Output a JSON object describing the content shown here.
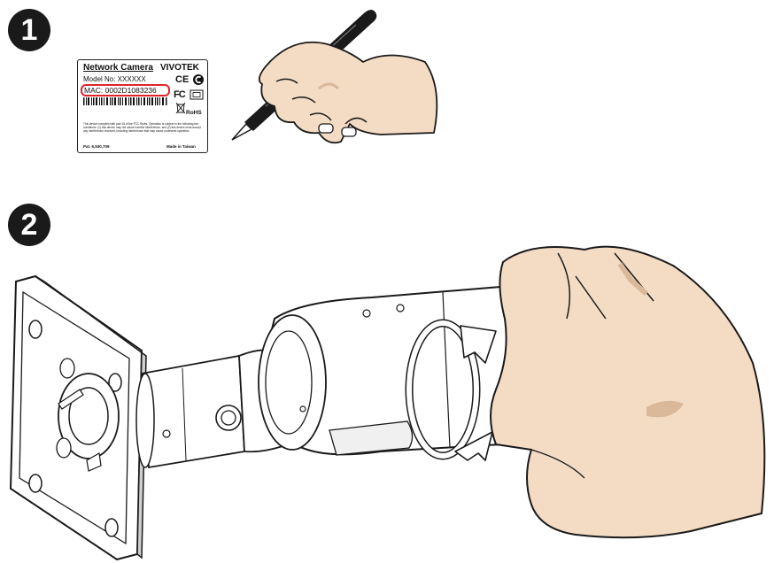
{
  "steps": [
    {
      "number": "1"
    },
    {
      "number": "2"
    }
  ],
  "label": {
    "title": "Network Camera",
    "brand": "VIVOTEK",
    "model": "Model No: XXXXXX",
    "mac": "MAC: 0002D1083236",
    "certs": [
      "CE",
      "FC",
      "RoHS"
    ],
    "fcc_notice": "This device complies with part 15 of the FCC Rules. Operation is subject to the following two conditions: (1) this device may not cause harmful interference, and (2) this device must accept any interference received, including interference that may cause undesired operation.",
    "patent": "Pat. 6,930,709",
    "made_in": "Made in Taiwan"
  },
  "colors": {
    "highlight": "#e0242b",
    "skin": "#f4dcc4",
    "skin_shadow": "#d9b99a",
    "outline": "#1a1a1a"
  },
  "icons": [
    "pen-icon",
    "hand-icon",
    "rotate-arrow-icon",
    "camera-icon"
  ]
}
